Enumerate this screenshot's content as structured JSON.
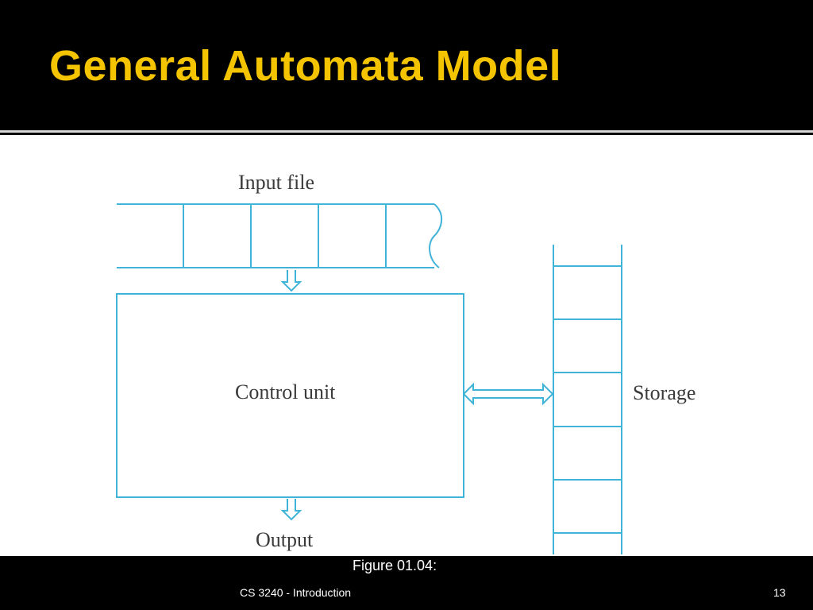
{
  "slide": {
    "title": "General Automata Model",
    "caption": "Figure 01.04:",
    "footer": {
      "course": "CS 3240 - Introduction",
      "page_number": "13"
    }
  },
  "diagram": {
    "line_color": "#40b4d8",
    "title_color": "#f5c400",
    "input_label": "Input file",
    "control_label": "Control unit",
    "output_label": "Output",
    "storage_label": "Storage"
  }
}
